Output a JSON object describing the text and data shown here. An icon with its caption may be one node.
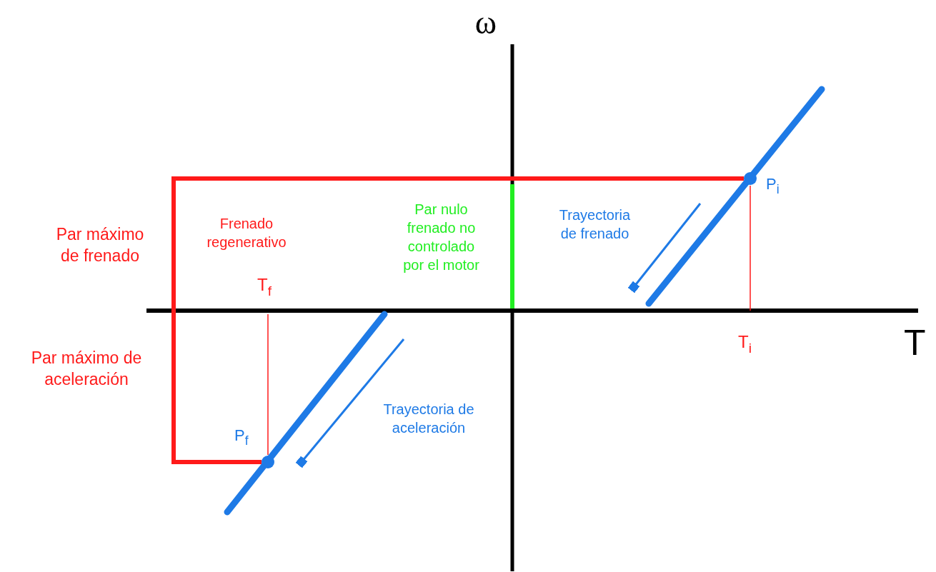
{
  "diagram": {
    "nodes": [
      {
        "text": [],
        "shape": "circle",
        "beside": [
          "P$_{i}$"
        ]
      },
      {
        "text": [],
        "shape": "circle",
        "beside": [
          "P$_{f}$"
        ]
      }
    ],
    "edges": [
      {
        "from": 0,
        "to": 1,
        "arrow": "none",
        "color": "#ff1a1a"
      }
    ],
    "labels": [
      "ω",
      "Trayectoria de frenado",
      "Par máximo de frenado",
      "Frenado regenerativo",
      "Par nulo frenado no controlado por el motor",
      "T$_{f}$",
      "T$_{i}$",
      "T",
      "Par máximo de aceleración",
      "Trayectoria de aceleración"
    ]
  }
}
